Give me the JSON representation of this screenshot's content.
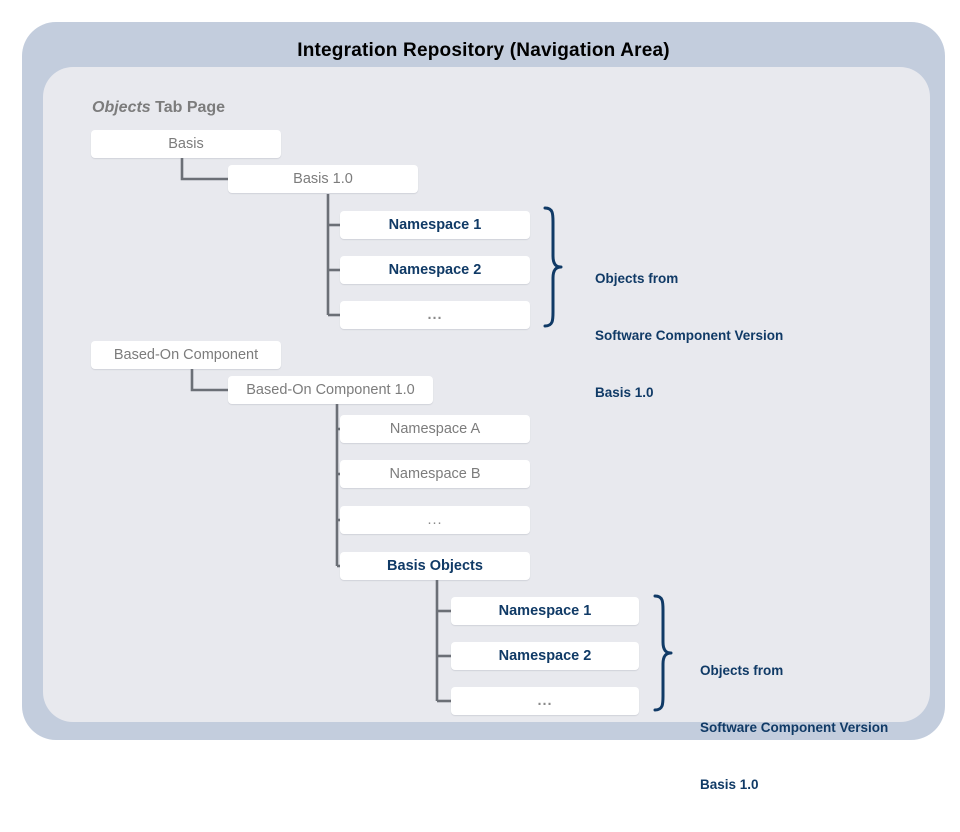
{
  "window": {
    "title": "Integration Repository (Navigation Area)",
    "shell_color": "#c3cddd",
    "panel_color": "#e8e9ee"
  },
  "tab_page": {
    "title_italic": "Objects",
    "title_rest": " Tab Page",
    "label_color": "#7c7c7c"
  },
  "colors": {
    "node_text": "#7c7c7c",
    "highlight_text": "#103a66",
    "connector": "#6b6f76",
    "brace": "#103a66",
    "node_fill": "#ffffff"
  },
  "tree": {
    "nodes": [
      {
        "id": "basis",
        "label": "Basis",
        "highlight": false,
        "ellipsis": false
      },
      {
        "id": "basis-1-0",
        "label": "Basis 1.0",
        "highlight": false,
        "ellipsis": false
      },
      {
        "id": "namespace-1-top",
        "label": "Namespace 1",
        "highlight": true,
        "ellipsis": false
      },
      {
        "id": "namespace-2-top",
        "label": "Namespace 2",
        "highlight": true,
        "ellipsis": false
      },
      {
        "id": "ellipsis-top",
        "label": "...",
        "highlight": true,
        "ellipsis": true
      },
      {
        "id": "based-on",
        "label": "Based-On Component",
        "highlight": false,
        "ellipsis": false
      },
      {
        "id": "based-on-1-0",
        "label": "Based-On Component 1.0",
        "highlight": false,
        "ellipsis": false
      },
      {
        "id": "namespace-a",
        "label": "Namespace A",
        "highlight": false,
        "ellipsis": false
      },
      {
        "id": "namespace-b",
        "label": "Namespace B",
        "highlight": false,
        "ellipsis": false
      },
      {
        "id": "ellipsis-mid",
        "label": "...",
        "highlight": false,
        "ellipsis": true
      },
      {
        "id": "basis-objects",
        "label": "Basis Objects",
        "highlight": true,
        "ellipsis": false
      },
      {
        "id": "namespace-1-bot",
        "label": "Namespace 1",
        "highlight": true,
        "ellipsis": false
      },
      {
        "id": "namespace-2-bot",
        "label": "Namespace 2",
        "highlight": true,
        "ellipsis": false
      },
      {
        "id": "ellipsis-bot",
        "label": "...",
        "highlight": true,
        "ellipsis": true
      }
    ]
  },
  "annotations": [
    {
      "id": "annotation-top",
      "line1": "Objects from",
      "line2": "Software Component Version",
      "line3": "Basis 1.0"
    },
    {
      "id": "annotation-bottom",
      "line1": "Objects from",
      "line2": "Software Component Version",
      "line3": "Basis 1.0"
    }
  ]
}
